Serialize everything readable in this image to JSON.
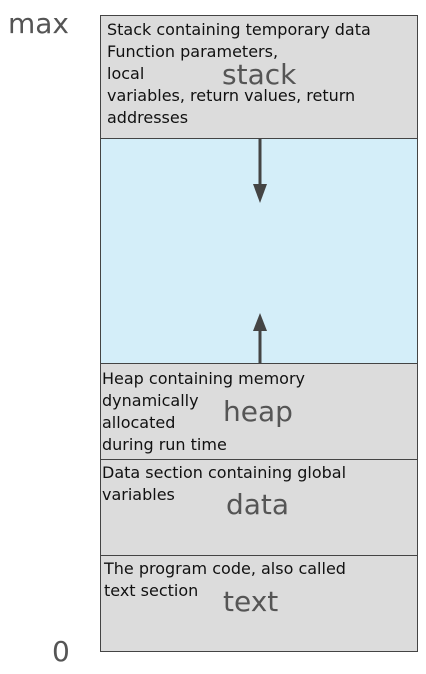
{
  "axis": {
    "top_label": "max",
    "bottom_label": "0"
  },
  "segments": {
    "stack": {
      "name": "stack",
      "description": "Stack containing temporary data\nFunction parameters,\nlocal\nvariables, return values, return\naddresses"
    },
    "heap": {
      "name": "heap",
      "description": "Heap containing memory\ndynamically\nallocated\nduring run time"
    },
    "data": {
      "name": "data",
      "description": "Data section containing global\nvariables"
    },
    "text": {
      "name": "text",
      "description": "The program code, also called\ntext section"
    }
  },
  "colors": {
    "segment_fill": "#dcdcdc",
    "free_space_fill": "#d4eef9",
    "border": "#444444",
    "arrow": "#444444",
    "label_gray": "#555555"
  }
}
